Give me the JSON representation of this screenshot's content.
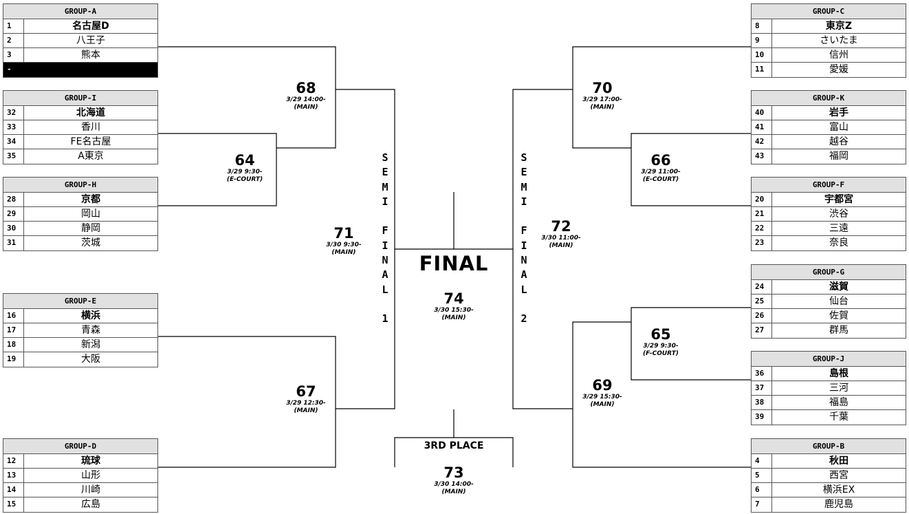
{
  "groups": [
    {
      "id": "A",
      "title": "GROUP-A",
      "rows": [
        {
          "seed": "1",
          "team": "名古屋D"
        },
        {
          "seed": "2",
          "team": "八王子"
        },
        {
          "seed": "3",
          "team": "熊本"
        },
        {
          "seed": "-",
          "team": ""
        }
      ]
    },
    {
      "id": "I",
      "title": "GROUP-I",
      "rows": [
        {
          "seed": "32",
          "team": "北海道"
        },
        {
          "seed": "33",
          "team": "香川"
        },
        {
          "seed": "34",
          "team": "FE名古屋"
        },
        {
          "seed": "35",
          "team": "A東京"
        }
      ]
    },
    {
      "id": "H",
      "title": "GROUP-H",
      "rows": [
        {
          "seed": "28",
          "team": "京都"
        },
        {
          "seed": "29",
          "team": "岡山"
        },
        {
          "seed": "30",
          "team": "静岡"
        },
        {
          "seed": "31",
          "team": "茨城"
        }
      ]
    },
    {
      "id": "E",
      "title": "GROUP-E",
      "rows": [
        {
          "seed": "16",
          "team": "横浜"
        },
        {
          "seed": "17",
          "team": "青森"
        },
        {
          "seed": "18",
          "team": "新潟"
        },
        {
          "seed": "19",
          "team": "大阪"
        }
      ]
    },
    {
      "id": "D",
      "title": "GROUP-D",
      "rows": [
        {
          "seed": "12",
          "team": "琉球"
        },
        {
          "seed": "13",
          "team": "山形"
        },
        {
          "seed": "14",
          "team": "川崎"
        },
        {
          "seed": "15",
          "team": "広島"
        }
      ]
    },
    {
      "id": "C",
      "title": "GROUP-C",
      "rows": [
        {
          "seed": "8",
          "team": "東京Z"
        },
        {
          "seed": "9",
          "team": "さいたま"
        },
        {
          "seed": "10",
          "team": "信州"
        },
        {
          "seed": "11",
          "team": "愛媛"
        }
      ]
    },
    {
      "id": "K",
      "title": "GROUP-K",
      "rows": [
        {
          "seed": "40",
          "team": "岩手"
        },
        {
          "seed": "41",
          "team": "富山"
        },
        {
          "seed": "42",
          "team": "越谷"
        },
        {
          "seed": "43",
          "team": "福岡"
        }
      ]
    },
    {
      "id": "F",
      "title": "GROUP-F",
      "rows": [
        {
          "seed": "20",
          "team": "宇都宮"
        },
        {
          "seed": "21",
          "team": "渋谷"
        },
        {
          "seed": "22",
          "team": "三遠"
        },
        {
          "seed": "23",
          "team": "奈良"
        }
      ]
    },
    {
      "id": "G",
      "title": "GROUP-G",
      "rows": [
        {
          "seed": "24",
          "team": "滋賀"
        },
        {
          "seed": "25",
          "team": "仙台"
        },
        {
          "seed": "26",
          "team": "佐賀"
        },
        {
          "seed": "27",
          "team": "群馬"
        }
      ]
    },
    {
      "id": "J",
      "title": "GROUP-J",
      "rows": [
        {
          "seed": "36",
          "team": "島根"
        },
        {
          "seed": "37",
          "team": "三河"
        },
        {
          "seed": "38",
          "team": "福島"
        },
        {
          "seed": "39",
          "team": "千葉"
        }
      ]
    },
    {
      "id": "B",
      "title": "GROUP-B",
      "rows": [
        {
          "seed": "4",
          "team": "秋田"
        },
        {
          "seed": "5",
          "team": "西宮"
        },
        {
          "seed": "6",
          "team": "横浜EX"
        },
        {
          "seed": "7",
          "team": "鹿児島"
        }
      ]
    }
  ],
  "games": {
    "g68": {
      "num": "68",
      "date": "3/29 14:00-",
      "venue": "(MAIN)"
    },
    "g64": {
      "num": "64",
      "date": "3/29 9:30-",
      "venue": "(E-COURT)"
    },
    "g71": {
      "num": "71",
      "date": "3/30 9:30-",
      "venue": "(MAIN)"
    },
    "g67": {
      "num": "67",
      "date": "3/29 12:30-",
      "venue": "(MAIN)"
    },
    "g70": {
      "num": "70",
      "date": "3/29 17:00-",
      "venue": "(MAIN)"
    },
    "g66": {
      "num": "66",
      "date": "3/29 11:00-",
      "venue": "(E-COURT)"
    },
    "g72": {
      "num": "72",
      "date": "3/30 11:00-",
      "venue": "(MAIN)"
    },
    "g65": {
      "num": "65",
      "date": "3/29 9:30-",
      "venue": "(F-COURT)"
    },
    "g69": {
      "num": "69",
      "date": "3/29 15:30-",
      "venue": "(MAIN)"
    },
    "g74": {
      "num": "74",
      "date": "3/30 15:30-",
      "venue": "(MAIN)"
    },
    "g73": {
      "num": "73",
      "date": "3/30 14:00-",
      "venue": "(MAIN)"
    }
  },
  "semi1": {
    "letters": [
      "S",
      "E",
      "M",
      "I",
      "",
      "F",
      "I",
      "N",
      "A",
      "L",
      "",
      "1"
    ]
  },
  "semi2": {
    "letters": [
      "S",
      "E",
      "M",
      "I",
      "",
      "F",
      "I",
      "N",
      "A",
      "L",
      "",
      "2"
    ]
  },
  "final_label": "FINAL",
  "third_label": "3RD PLACE"
}
